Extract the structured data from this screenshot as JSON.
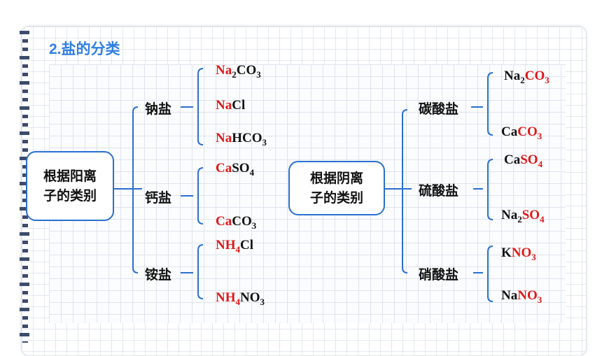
{
  "title": "2.盐的分类",
  "left": {
    "root": [
      "根据阳离",
      "子的类别"
    ],
    "groups": [
      {
        "label": "钠盐",
        "items": [
          [
            {
              "t": "Na",
              "h": true
            },
            {
              "t": "2",
              "s": true
            },
            {
              "t": "CO"
            },
            {
              "t": "3",
              "s": true
            }
          ],
          [
            {
              "t": "Na",
              "h": true
            },
            {
              "t": "Cl"
            }
          ],
          [
            {
              "t": "Na",
              "h": true
            },
            {
              "t": "HCO"
            },
            {
              "t": "3",
              "s": true
            }
          ]
        ]
      },
      {
        "label": "钙盐",
        "items": [
          [
            {
              "t": "Ca",
              "h": true
            },
            {
              "t": "SO"
            },
            {
              "t": "4",
              "s": true
            }
          ],
          [
            {
              "t": "Ca",
              "h": true
            },
            {
              "t": "CO"
            },
            {
              "t": "3",
              "s": true
            }
          ]
        ]
      },
      {
        "label": "铵盐",
        "items": [
          [
            {
              "t": "NH",
              "h": true
            },
            {
              "t": "4",
              "s": true,
              "h": true
            },
            {
              "t": "Cl"
            }
          ],
          [
            {
              "t": "NH",
              "h": true
            },
            {
              "t": "4",
              "s": true,
              "h": true
            },
            {
              "t": "NO"
            },
            {
              "t": "3",
              "s": true
            }
          ]
        ]
      }
    ]
  },
  "right": {
    "root": [
      "根据阴离",
      "子的类别"
    ],
    "groups": [
      {
        "label": "碳酸盐",
        "items": [
          [
            {
              "t": "Na"
            },
            {
              "t": "2",
              "s": true
            },
            {
              "t": "CO",
              "h": true
            },
            {
              "t": "3",
              "s": true,
              "h": true
            }
          ],
          [
            {
              "t": "Ca"
            },
            {
              "t": "CO",
              "h": true
            },
            {
              "t": "3",
              "s": true,
              "h": true
            }
          ]
        ]
      },
      {
        "label": "硫酸盐",
        "items": [
          [
            {
              "t": "Ca"
            },
            {
              "t": "SO",
              "h": true
            },
            {
              "t": "4",
              "s": true,
              "h": true
            }
          ],
          [
            {
              "t": "Na"
            },
            {
              "t": "2",
              "s": true
            },
            {
              "t": "SO",
              "h": true
            },
            {
              "t": "4",
              "s": true,
              "h": true
            }
          ]
        ]
      },
      {
        "label": "硝酸盐",
        "items": [
          [
            {
              "t": "K"
            },
            {
              "t": "NO",
              "h": true
            },
            {
              "t": "3",
              "s": true,
              "h": true
            }
          ],
          [
            {
              "t": "Na"
            },
            {
              "t": "NO",
              "h": true
            },
            {
              "t": "3",
              "s": true,
              "h": true
            }
          ]
        ]
      }
    ]
  },
  "colors": {
    "accent": "#2a6fd0",
    "title": "#2f7fe0",
    "highlight": "#e01818",
    "text": "#111111"
  }
}
